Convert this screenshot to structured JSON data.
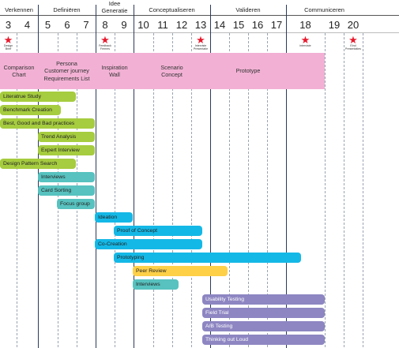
{
  "phases": [
    {
      "id": "verkennen",
      "label": "Verkennen"
    },
    {
      "id": "definieren",
      "label": "Definiëren"
    },
    {
      "id": "idee",
      "label": "Idee\nGeneratie"
    },
    {
      "id": "conceptualiseren",
      "label": "Conceptualiseren"
    },
    {
      "id": "valideren",
      "label": "Valideren"
    },
    {
      "id": "communiceren",
      "label": "Communiceren"
    }
  ],
  "weeks": [
    "3",
    "4",
    "5",
    "6",
    "7",
    "8",
    "9",
    "10",
    "11",
    "12",
    "13",
    "14",
    "15",
    "16",
    "17",
    "18",
    "19",
    "20"
  ],
  "milestones": [
    {
      "week": "3",
      "label": "Design\nBrief"
    },
    {
      "week": "8",
      "label": "Feedback\nFermes"
    },
    {
      "week": "13",
      "label": "Interviste\nPresentatie"
    },
    {
      "week": "18",
      "label": "interviste"
    },
    {
      "week": "20",
      "label": "Eind\nPresentaties"
    }
  ],
  "deliverables": [
    {
      "label": "Comparison\nChart"
    },
    {
      "label": "Persona\nCustomer journey\nRequirements List"
    },
    {
      "label": "Inspiration\nWall"
    },
    {
      "label": "Scenario\nConcept"
    },
    {
      "label": "Prototype"
    }
  ],
  "activities": [
    {
      "label": "Literatrue Study",
      "color": "lime"
    },
    {
      "label": "Benchmark Creation",
      "color": "lime"
    },
    {
      "label": "Best, Good and Bad practices",
      "color": "lime"
    },
    {
      "label": "Trend Analysis",
      "color": "lime"
    },
    {
      "label": "Expert Interview",
      "color": "lime"
    },
    {
      "label": "Design Pattern Search",
      "color": "lime"
    },
    {
      "label": "Interviews",
      "color": "teal"
    },
    {
      "label": "Card Sorting",
      "color": "teal"
    },
    {
      "label": "Focus group",
      "color": "teal"
    },
    {
      "label": "Ideation",
      "color": "sky"
    },
    {
      "label": "Proof of Concept",
      "color": "sky"
    },
    {
      "label": "Co-Creation",
      "color": "sky"
    },
    {
      "label": "Prototyping",
      "color": "sky"
    },
    {
      "label": "Peer Review",
      "color": "yellow"
    },
    {
      "label": "Interviews",
      "color": "teal"
    },
    {
      "label": "Usability Testing",
      "color": "lilac"
    },
    {
      "label": "Field Trial",
      "color": "lilac"
    },
    {
      "label": "A/B Testing",
      "color": "lilac"
    },
    {
      "label": "Thinking out Loud",
      "color": "lilac"
    }
  ],
  "colors": {
    "lime": "#a6cc3f",
    "teal": "#57c2bf",
    "sky": "#14b8e6",
    "yellow": "#fdd048",
    "lilac": "#8d86c2",
    "band": "#f2b1d4",
    "star": "#e8192c"
  }
}
